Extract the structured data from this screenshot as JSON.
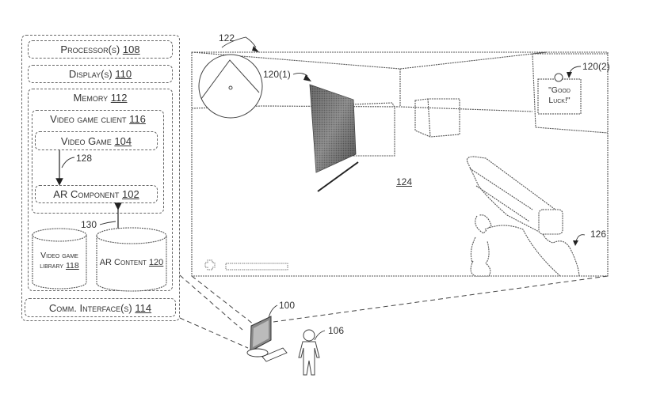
{
  "device": {
    "processor": {
      "label": "Processor(s)",
      "ref": "108"
    },
    "display": {
      "label": "Display(s)",
      "ref": "110"
    },
    "memory": {
      "label": "Memory",
      "ref": "112"
    },
    "client": {
      "label": "Video game client",
      "ref": "116"
    },
    "video_game": {
      "label": "Video Game",
      "ref": "104"
    },
    "ar_component": {
      "label": "AR Component",
      "ref": "102"
    },
    "arrow_128": "128",
    "arrow_130": "130",
    "library": {
      "label_line1": "Video game",
      "label_line2": "library",
      "ref": "118"
    },
    "ar_content": {
      "label": "AR Content",
      "ref": "120"
    },
    "comm": {
      "label": "Comm. Interface(s)",
      "ref": "114"
    }
  },
  "scene": {
    "screen_ref": "122",
    "ar_object_1_ref": "120(1)",
    "ar_object_2_ref": "120(2)",
    "sign_text_line1": "\"Good",
    "sign_text_line2": "Luck!\"",
    "world_ref": "124",
    "hand_ref": "126"
  },
  "setup": {
    "device_ref": "100",
    "user_ref": "106"
  }
}
